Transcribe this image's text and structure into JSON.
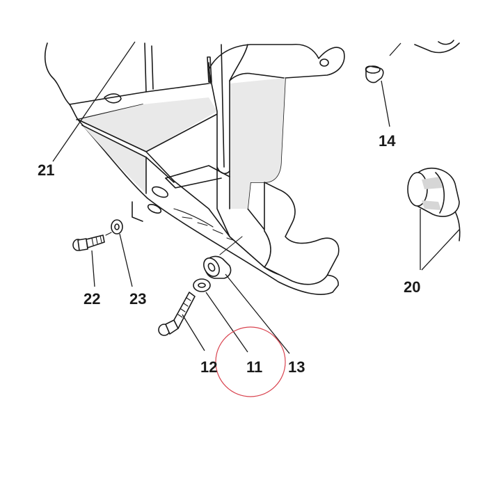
{
  "diagram": {
    "callouts": [
      {
        "id": "21",
        "label": "21"
      },
      {
        "id": "14",
        "label": "14"
      },
      {
        "id": "20",
        "label": "20"
      },
      {
        "id": "22",
        "label": "22"
      },
      {
        "id": "23",
        "label": "23"
      },
      {
        "id": "12",
        "label": "12"
      },
      {
        "id": "11",
        "label": "11"
      },
      {
        "id": "13",
        "label": "13"
      }
    ],
    "highlight_color": "#d9434f"
  }
}
